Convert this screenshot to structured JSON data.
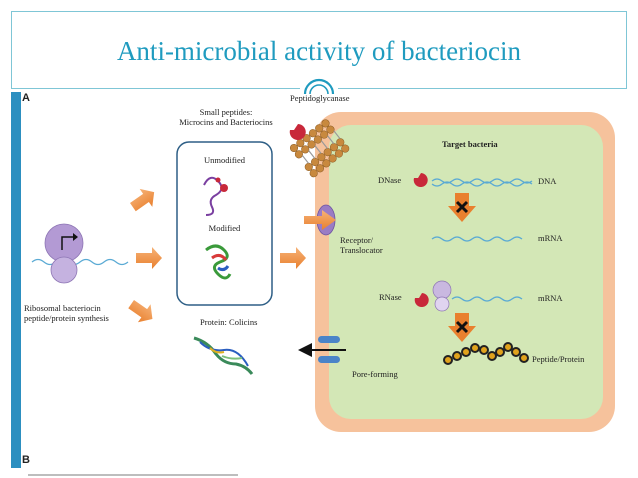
{
  "slide": {
    "title": "Anti-microbial activity of bacteriocin"
  },
  "figure": {
    "panel_a": "A",
    "panel_b": "B",
    "synthesis_label": "Ribosomal bacteriocin\npeptide/protein synthesis",
    "small_peptides_label": "Small peptides:\nMicrocins and Bacteriocins",
    "unmodified_label": "Unmodified",
    "modified_label": "Modified",
    "colicins_label": "Protein: Colicins",
    "peptidoglycanase_label": "Peptidoglycanase",
    "target_label": "Target bacteria",
    "dnase_label": "DNase",
    "dna_label": "DNA",
    "mrna_label_1": "mRNA",
    "receptor_label": "Receptor/\nTranslocator",
    "rnase_label": "RNase",
    "mrna_label_2": "mRNA",
    "peptide_label": "Peptide/Protein",
    "pore_label": "Pore-forming"
  },
  "colors": {
    "title": "#1f9bbf",
    "accent_bar": "#2c8fc0",
    "cell_outer": "#f6c29c",
    "cell_inner": "#d4e8b8",
    "arrow": "#f0974a",
    "enzyme": "#c8283a",
    "strand": "#5aaad4",
    "purple": "#b39ad4"
  }
}
